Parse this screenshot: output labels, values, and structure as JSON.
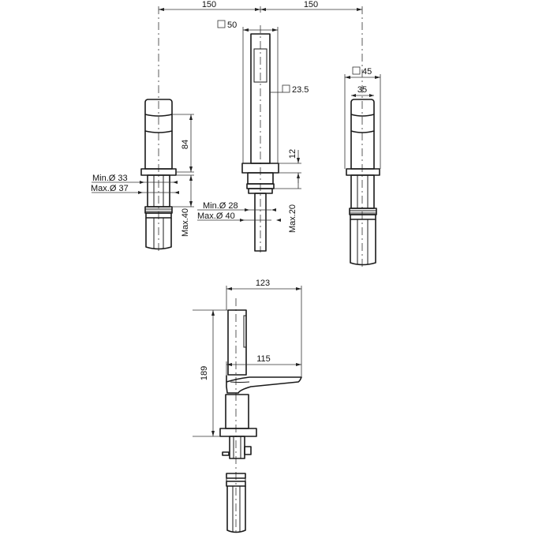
{
  "top_view": {
    "dim_left_spacing": "150",
    "dim_right_spacing": "150",
    "handshower_holder_square": "50",
    "handshower_handle_square": "23.5",
    "handle_base_square": "45",
    "handle_width": "35",
    "handle_height": "84",
    "flange_height": "12",
    "left_hole_min": "Min.Ø 33",
    "left_hole_max": "Max.Ø 37",
    "center_hole_min": "Min.Ø 28",
    "center_hole_max": "Max.Ø 40",
    "left_deck_thickness_max": "Max.40",
    "center_deck_thickness_max": "Max.20"
  },
  "side_view": {
    "total_depth": "123",
    "spout_reach": "115",
    "total_height": "189"
  },
  "colors": {
    "line": "#1a1a1a",
    "background": "#ffffff"
  }
}
